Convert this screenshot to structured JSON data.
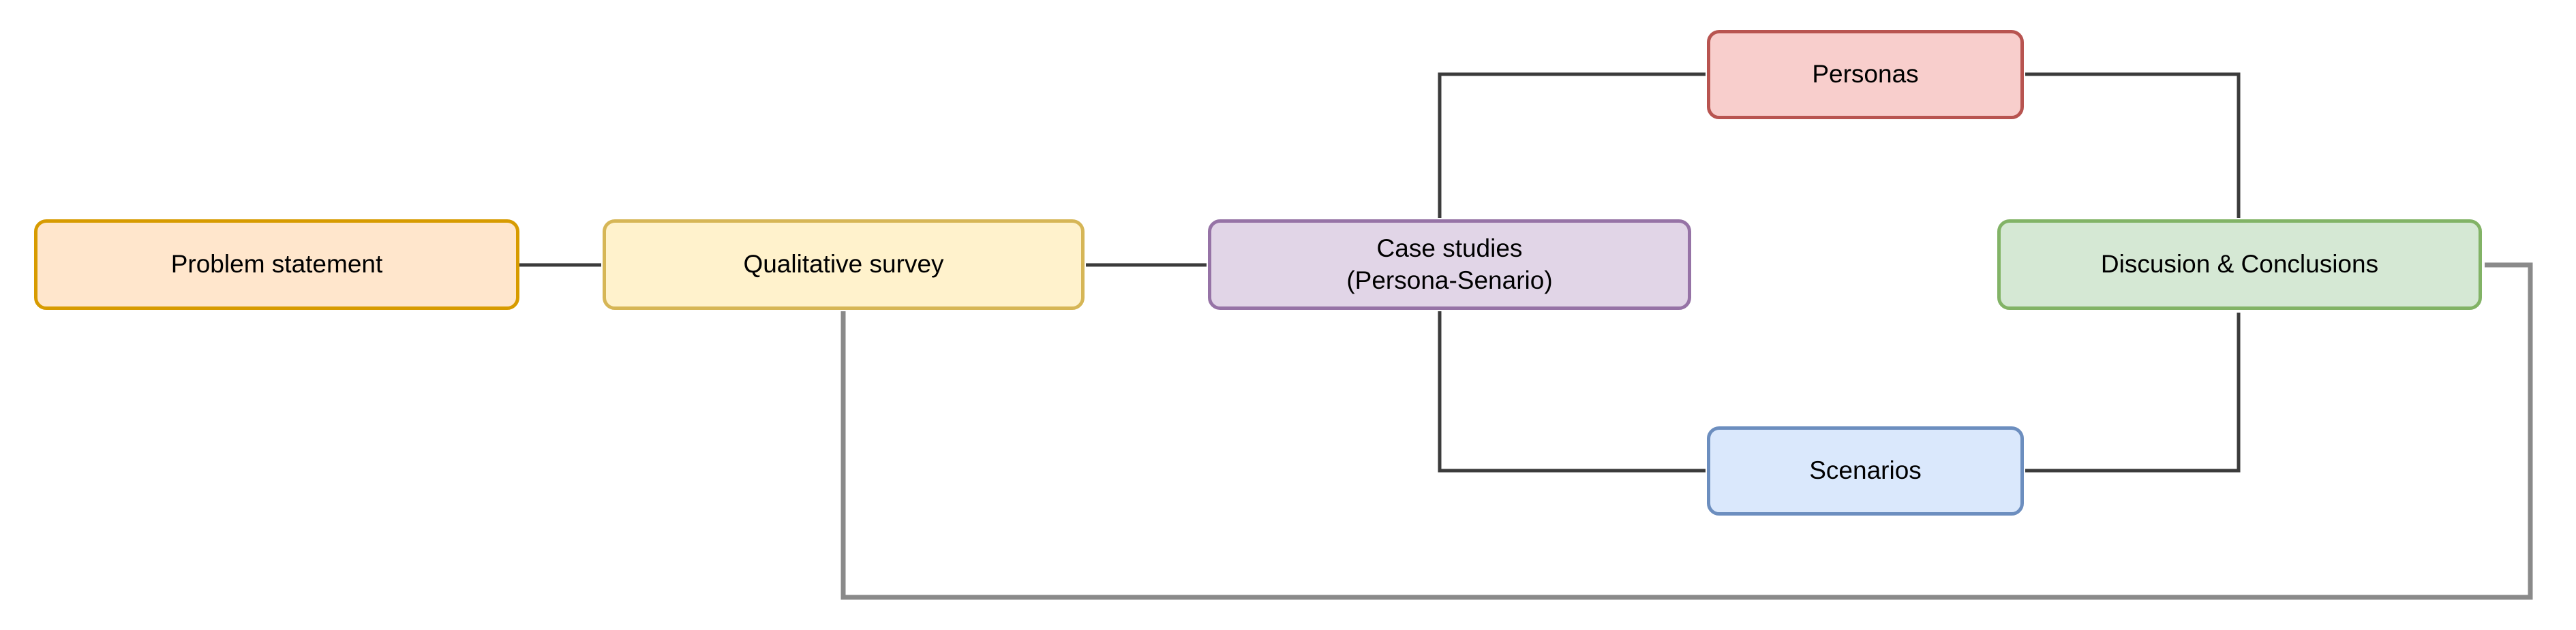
{
  "diagram": {
    "type": "flowchart",
    "background_color": "#FFFFFF",
    "text_color": "#000000",
    "connector_color": "#3b3b3b",
    "loop_connector_color": "#8a8a8a",
    "arrowhead_color": "#000000",
    "nodes": [
      {
        "id": "problem-statement",
        "label": "Problem statement",
        "fill": "#FFE6CC",
        "border": "#D79B00"
      },
      {
        "id": "qualitative-survey",
        "label": "Qualitative survey",
        "fill": "#FFF2CC",
        "border": "#D6B656"
      },
      {
        "id": "case-studies",
        "label": "Case studies",
        "sublabel": "(Persona-Senario)",
        "fill": "#E1D5E7",
        "border": "#9673A6"
      },
      {
        "id": "personas",
        "label": "Personas",
        "fill": "#F8CECC",
        "border": "#B85450"
      },
      {
        "id": "scenarios",
        "label": "Scenarios",
        "fill": "#DAE8FC",
        "border": "#6C8EBF"
      },
      {
        "id": "discussion-conclusions",
        "label": "Discusion & Conclusions",
        "fill": "#D5E8D4",
        "border": "#82B366"
      }
    ],
    "edges": [
      {
        "from": "problem-statement",
        "to": "qualitative-survey",
        "style": "arrow"
      },
      {
        "from": "qualitative-survey",
        "to": "case-studies",
        "style": "arrow"
      },
      {
        "from": "case-studies",
        "to": "personas",
        "style": "arrow, up then right"
      },
      {
        "from": "case-studies",
        "to": "scenarios",
        "style": "arrow, down then right"
      },
      {
        "from": "personas",
        "to": "discussion-conclusions",
        "style": "arrow, right then down into top"
      },
      {
        "from": "scenarios",
        "to": "discussion-conclusions",
        "style": "arrow, right then up into bottom"
      },
      {
        "from": "qualitative-survey",
        "to": "discussion-conclusions",
        "style": "feedback loop: down, across bottom, up, into right side"
      }
    ]
  }
}
